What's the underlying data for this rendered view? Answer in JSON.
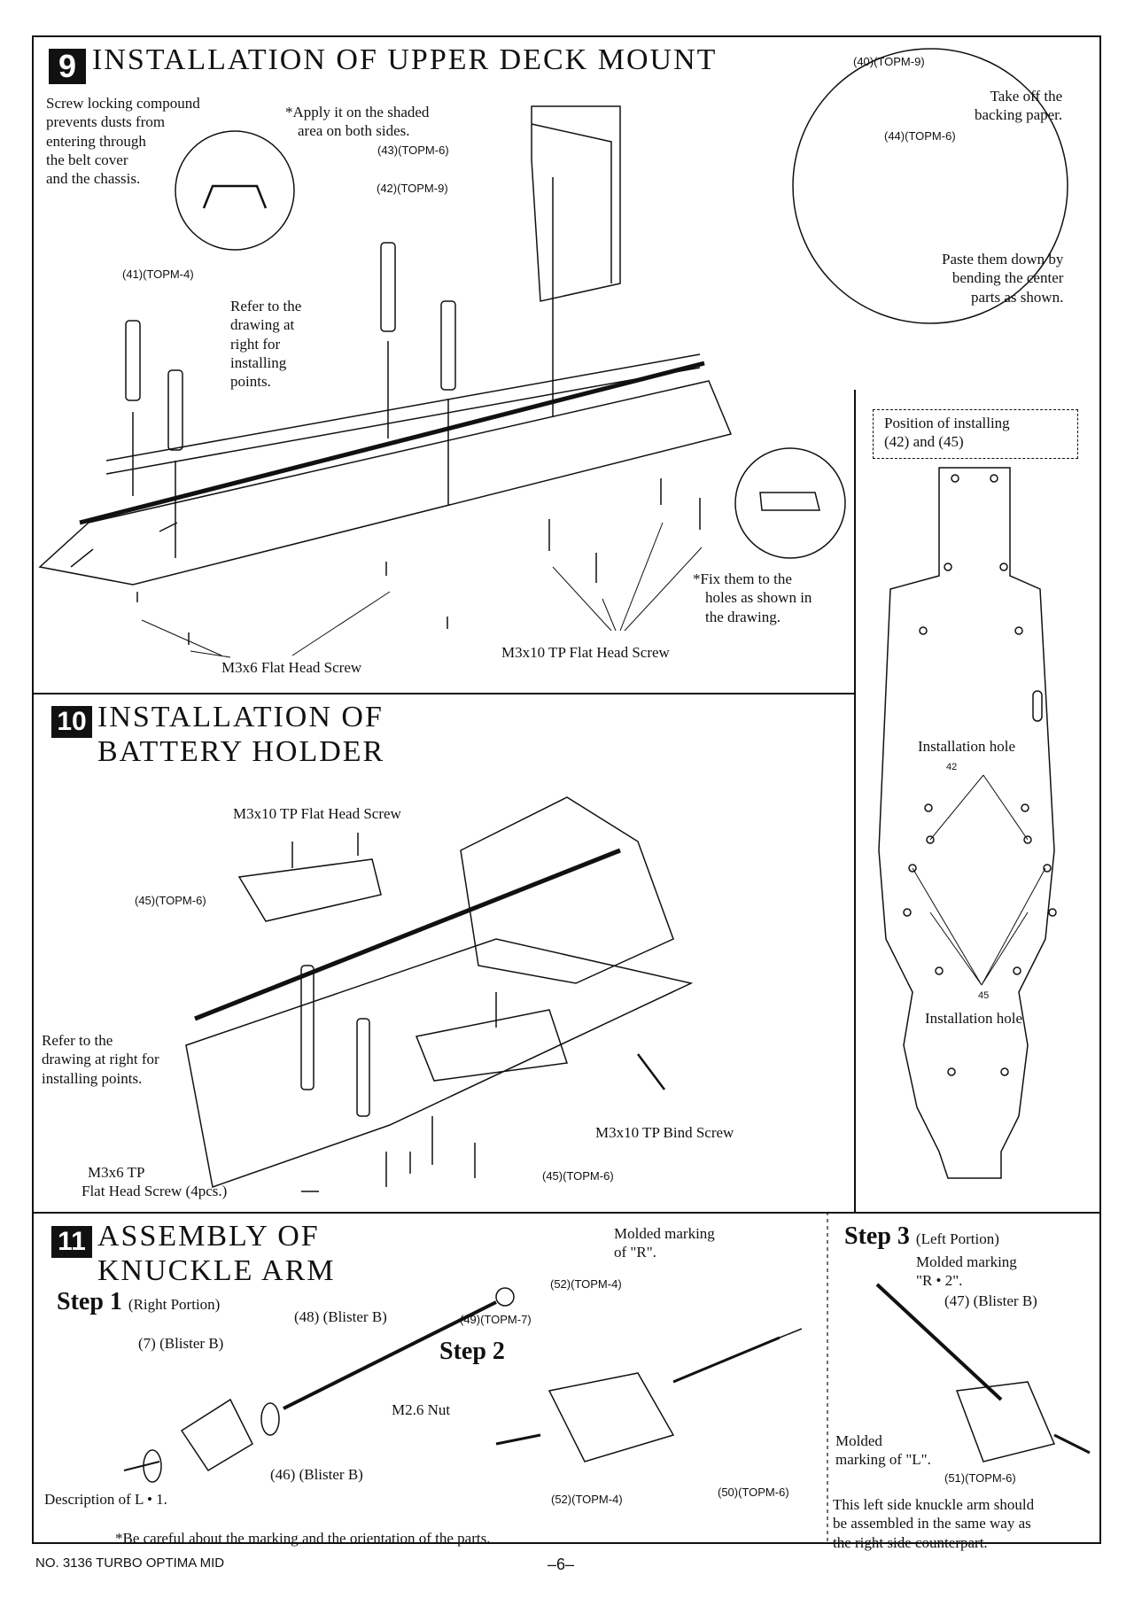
{
  "sec9": {
    "number": "9",
    "title": "INSTALLATION OF UPPER DECK MOUNT",
    "note_left": [
      "Screw locking compound",
      "prevents dusts from",
      "entering through",
      "the belt cover",
      "and the chassis."
    ],
    "note_apply": [
      "*Apply it on the shaded",
      "area on both sides."
    ],
    "part_43": "(43)(TOPM-6)",
    "part_42": "(42)(TOPM-9)",
    "part_41": "(41)(TOPM-4)",
    "part_40": "(40)(TOPM-9)",
    "part_44": "(44)(TOPM-6)",
    "takeoff": [
      "Take off the",
      "backing paper."
    ],
    "paste": [
      "Paste them down by",
      "bending the center",
      "parts as shown."
    ],
    "refer": [
      "Refer to the",
      "drawing at",
      "right for",
      "installing",
      "points."
    ],
    "fix": [
      "*Fix them to the",
      "holes as shown in",
      "the drawing."
    ],
    "m3x6": "M3x6 Flat Head Screw",
    "m3x10": "M3x10 TP Flat Head Screw"
  },
  "side_panel": {
    "position": [
      "Position of installing",
      "(42) and (45)"
    ],
    "hole_top": "Installation hole",
    "hole_top_num": "42",
    "hole_bottom": "Installation hole",
    "hole_bottom_num": "45"
  },
  "sec10": {
    "number": "10",
    "title": [
      "INSTALLATION OF",
      "BATTERY HOLDER"
    ],
    "m3x10_flat": "M3x10 TP Flat Head Screw",
    "part_45a": "(45)(TOPM-6)",
    "part_45b": "(45)(TOPM-6)",
    "refer": [
      "Refer to the",
      "drawing at right for",
      "installing points."
    ],
    "m3x10_bind": "M3x10 TP Bind Screw",
    "m3x6": [
      "M3x6 TP",
      "Flat Head Screw (4pcs.)"
    ]
  },
  "sec11": {
    "number": "11",
    "title": [
      "ASSEMBLY OF",
      "KNUCKLE ARM"
    ],
    "step1": "Step 1",
    "step1_sub": "(Right Portion)",
    "part_48": "(48) (Blister B)",
    "part_7": "(7) (Blister B)",
    "part_46": "(46) (Blister B)",
    "desc": "Description of L • 1.",
    "step2": "Step 2",
    "molded_r": [
      "Molded marking",
      "of \"R\"."
    ],
    "part_52a": "(52)(TOPM-4)",
    "part_49": "(49)(TOPM-7)",
    "m26": "M2.6 Nut",
    "part_50": "(50)(TOPM-6)",
    "part_52b": "(52)(TOPM-4)",
    "caution": "*Be careful about the marking and the orientation of the parts.",
    "step3": "Step 3",
    "step3_sub": "(Left Portion)",
    "molded_r2": [
      "Molded marking",
      "\"R • 2\"."
    ],
    "part_47": "(47) (Blister B)",
    "molded_l": [
      "Molded",
      "marking of \"L\"."
    ],
    "part_51": "(51)(TOPM-6)",
    "left_note": [
      "This left side knuckle arm should",
      "be assembled in the same way as",
      "the right side counterpart."
    ]
  },
  "footer": {
    "model": "NO. 3136 TURBO OPTIMA MID",
    "page": "–6–"
  }
}
